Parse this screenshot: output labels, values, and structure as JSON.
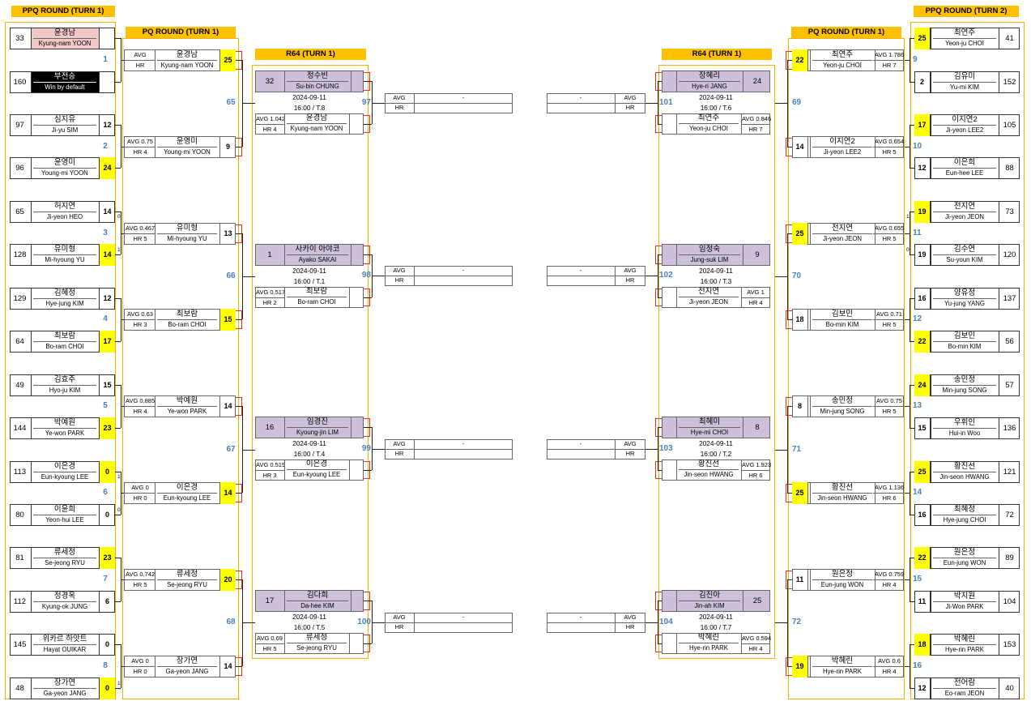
{
  "titles": {
    "ppq_turn1_left": "PPQ ROUND (TURN 1)",
    "pq_turn1_left": "PQ ROUND (TURN 1)",
    "r64_turn1_left": "R64 (TURN 1)",
    "r64_turn1_right": "R64 (TURN 1)",
    "pq_turn1_right": "PQ ROUND (TURN 1)",
    "ppq_turn2_right": "PPQ ROUND (TURN 2)"
  },
  "labels": {
    "avg": "AVG",
    "hr": "HR",
    "dash": "-"
  },
  "ppq_left": [
    {
      "num": "1",
      "a": {
        "seed": "33",
        "ko": "윤경남",
        "en": "Kyung-nam YOON",
        "score": "",
        "highlight": "pink"
      },
      "b": {
        "seed": "160",
        "ko": "부전승",
        "en": "Win by default",
        "score": "",
        "highlight": "black"
      }
    },
    {
      "num": "2",
      "a": {
        "seed": "97",
        "ko": "심지유",
        "en": "Ji-yu SIM",
        "score": "12"
      },
      "b": {
        "seed": "96",
        "ko": "윤영미",
        "en": "Young-mi YOON",
        "score": "24",
        "win": true
      }
    },
    {
      "num": "3",
      "a": {
        "seed": "65",
        "ko": "허지연",
        "en": "Ji-yeon HEO",
        "score": "14"
      },
      "b": {
        "seed": "128",
        "ko": "유미형",
        "en": "Mi-hyoung YU",
        "score": "14",
        "win": true
      },
      "tie": [
        "0",
        "1"
      ]
    },
    {
      "num": "4",
      "a": {
        "seed": "129",
        "ko": "김혜정",
        "en": "Hye-jung KIM",
        "score": "12"
      },
      "b": {
        "seed": "64",
        "ko": "최보람",
        "en": "Bo-ram CHOI",
        "score": "17",
        "win": true
      }
    },
    {
      "num": "5",
      "a": {
        "seed": "49",
        "ko": "김효주",
        "en": "Hyo-ju KIM",
        "score": "15"
      },
      "b": {
        "seed": "144",
        "ko": "박예원",
        "en": "Ye-won PARK",
        "score": "23",
        "win": true
      }
    },
    {
      "num": "6",
      "a": {
        "seed": "113",
        "ko": "이은경",
        "en": "Eun-kyoung LEE",
        "score": "0",
        "win": true
      },
      "b": {
        "seed": "80",
        "ko": "이윤희",
        "en": "Yeon-hui LEE",
        "score": "0"
      },
      "tie": [
        "1",
        "0"
      ]
    },
    {
      "num": "7",
      "a": {
        "seed": "81",
        "ko": "류세정",
        "en": "Se-jeong RYU",
        "score": "23",
        "win": true
      },
      "b": {
        "seed": "112",
        "ko": "정경옥",
        "en": "Kyung-ok JUNG",
        "score": "6"
      }
    },
    {
      "num": "8",
      "a": {
        "seed": "145",
        "ko": "위카르 하앗트",
        "en": "Hayat OUIKAR",
        "score": "0"
      },
      "b": {
        "seed": "48",
        "ko": "장가연",
        "en": "Ga-yeon JANG",
        "score": "0",
        "win": true
      },
      "tie": [
        "",
        "1"
      ]
    }
  ],
  "pq_left": [
    {
      "num": "65",
      "a": {
        "avg": "AVG",
        "hr": "HR",
        "ko": "윤경남",
        "en": "Kyung-nam YOON",
        "score": "25",
        "win": true
      },
      "b": {
        "avg": "AVG 0.75",
        "hr": "HR 4",
        "ko": "윤영미",
        "en": "Young-mi YOON",
        "score": "9"
      }
    },
    {
      "num": "66",
      "a": {
        "avg": "AVG 0.467",
        "hr": "HR 5",
        "ko": "유미형",
        "en": "Mi-hyoung YU",
        "score": "13"
      },
      "b": {
        "avg": "AVG 0.63",
        "hr": "HR 3",
        "ko": "최보람",
        "en": "Bo-ram CHOI",
        "score": "15",
        "win": true
      }
    },
    {
      "num": "67",
      "a": {
        "avg": "AVG 0.885",
        "hr": "HR 4",
        "ko": "박예원",
        "en": "Ye-won PARK",
        "score": "14"
      },
      "b": {
        "avg": "AVG 0",
        "hr": "HR 0",
        "ko": "이은경",
        "en": "Eun-kyoung LEE",
        "score": "14",
        "win": true
      }
    },
    {
      "num": "68",
      "a": {
        "avg": "AVG 0.742",
        "hr": "HR 5",
        "ko": "류세정",
        "en": "Se-jeong RYU",
        "score": "20",
        "win": true
      },
      "b": {
        "avg": "AVG 0",
        "hr": "HR 0",
        "ko": "장가연",
        "en": "Ga-yeon JANG",
        "score": "14"
      }
    }
  ],
  "r64_left": [
    {
      "num": "97",
      "seed": "32",
      "ko": "정수빈",
      "en": "Su-bin CHUNG",
      "date": "2024-09-11",
      "time": "16:00 / T.8",
      "opp": {
        "avg": "AVG 1.042",
        "hr": "HR 4",
        "ko": "윤경남",
        "en": "Kyung-nam YOON"
      }
    },
    {
      "num": "98",
      "seed": "1",
      "ko": "사카이 아야코",
      "en": "Ayako SAKAI",
      "date": "2024-09-11",
      "time": "16:00 / T.1",
      "opp": {
        "avg": "AVG 0.517",
        "hr": "HR 2",
        "ko": "최보람",
        "en": "Bo-ram CHOI"
      }
    },
    {
      "num": "99",
      "seed": "16",
      "ko": "임경진",
      "en": "Kyoung-jin LIM",
      "date": "2024-09-11",
      "time": "16:00 / T.4",
      "opp": {
        "avg": "AVG 0.519",
        "hr": "HR 3",
        "ko": "이은경",
        "en": "Eun-kyoung LEE"
      }
    },
    {
      "num": "100",
      "seed": "17",
      "ko": "김다희",
      "en": "Da-hee KIM",
      "date": "2024-09-11",
      "time": "16:00 / T.5",
      "opp": {
        "avg": "AVG 0.69",
        "hr": "HR 5",
        "ko": "류세정",
        "en": "Se-jeong RYU"
      }
    }
  ],
  "r64_right": [
    {
      "num": "101",
      "seed": "24",
      "ko": "장혜리",
      "en": "Hye-ri JANG",
      "date": "2024-09-11",
      "time": "16:00 / T.6",
      "opp": {
        "avg": "AVG 0.846",
        "hr": "HR 7",
        "ko": "최연주",
        "en": "Yeon-ju CHOI"
      }
    },
    {
      "num": "102",
      "seed": "9",
      "ko": "임정숙",
      "en": "Jung-suk LIM",
      "date": "2024-09-11",
      "time": "16:00 / T.3",
      "opp": {
        "avg": "AVG 1",
        "hr": "HR 4",
        "ko": "전지연",
        "en": "Ji-yeon JEON"
      }
    },
    {
      "num": "103",
      "seed": "8",
      "ko": "최혜미",
      "en": "Hye-mi CHOI",
      "date": "2024-09-11",
      "time": "16:00 / T.2",
      "opp": {
        "avg": "AVG 1.923",
        "hr": "HR 6",
        "ko": "황진선",
        "en": "Jin-seon HWANG"
      }
    },
    {
      "num": "104",
      "seed": "25",
      "ko": "김진아",
      "en": "Jin-ah KIM",
      "date": "2024-09-11",
      "time": "16:00 / T.7",
      "opp": {
        "avg": "AVG 0.594",
        "hr": "HR 4",
        "ko": "박혜린",
        "en": "Hye-rin PARK"
      }
    }
  ],
  "pq_right": [
    {
      "num": "69",
      "a": {
        "avg": "AVG 1.786",
        "hr": "HR 7",
        "ko": "최연주",
        "en": "Yeon-ju CHOI",
        "score": "22",
        "win": true
      },
      "b": {
        "avg": "AVG 0.654",
        "hr": "HR 5",
        "ko": "이지연2",
        "en": "Ji-yeon LEE2",
        "score": "14"
      }
    },
    {
      "num": "70",
      "a": {
        "avg": "AVG 0.655",
        "hr": "HR 5",
        "ko": "전지연",
        "en": "Ji-yeon JEON",
        "score": "25",
        "win": true
      },
      "b": {
        "avg": "AVG 0.71",
        "hr": "HR 5",
        "ko": "김보민",
        "en": "Bo-min KIM",
        "score": "18"
      }
    },
    {
      "num": "71",
      "a": {
        "avg": "AVG 0.75",
        "hr": "HR 5",
        "ko": "송민정",
        "en": "Min-jung SONG",
        "score": "8"
      },
      "b": {
        "avg": "AVG 1.136",
        "hr": "HR 6",
        "ko": "황진선",
        "en": "Jin-seon HWANG",
        "score": "25",
        "win": true
      }
    },
    {
      "num": "72",
      "a": {
        "avg": "AVG 0.759",
        "hr": "HR 4",
        "ko": "원은정",
        "en": "Eun-jung WON",
        "score": "11"
      },
      "b": {
        "avg": "AVG 0.6",
        "hr": "HR 4",
        "ko": "박혜린",
        "en": "Hye-rin PARK",
        "score": "19",
        "win": true
      }
    }
  ],
  "ppq_right": [
    {
      "num": "9",
      "a": {
        "seed": "41",
        "ko": "최연주",
        "en": "Yeon-ju CHOI",
        "score": "25",
        "win": true
      },
      "b": {
        "seed": "152",
        "ko": "김유미",
        "en": "Yu-mi KIM",
        "score": "2"
      }
    },
    {
      "num": "10",
      "a": {
        "seed": "105",
        "ko": "이지연2",
        "en": "Ji-yeon LEE2",
        "score": "17",
        "win": true
      },
      "b": {
        "seed": "88",
        "ko": "이은희",
        "en": "Eun-hee LEE",
        "score": "12"
      }
    },
    {
      "num": "11",
      "a": {
        "seed": "73",
        "ko": "전지연",
        "en": "Ji-yeon JEON",
        "score": "19",
        "win": true
      },
      "b": {
        "seed": "120",
        "ko": "김수연",
        "en": "Su-youn KIM",
        "score": "19"
      },
      "tie": [
        "1",
        "0"
      ]
    },
    {
      "num": "12",
      "a": {
        "seed": "137",
        "ko": "양유정",
        "en": "Yu-jung YANG",
        "score": "16"
      },
      "b": {
        "seed": "56",
        "ko": "김보민",
        "en": "Bo-min KIM",
        "score": "22",
        "win": true
      }
    },
    {
      "num": "13",
      "a": {
        "seed": "57",
        "ko": "송민정",
        "en": "Min-jung SONG",
        "score": "24",
        "win": true
      },
      "b": {
        "seed": "136",
        "ko": "우휘인",
        "en": "Hui-in Woo",
        "score": "15"
      }
    },
    {
      "num": "14",
      "a": {
        "seed": "121",
        "ko": "황진선",
        "en": "Jin-seon HWANG",
        "score": "25",
        "win": true
      },
      "b": {
        "seed": "72",
        "ko": "최혜정",
        "en": "Hye-jung CHOI",
        "score": "16"
      }
    },
    {
      "num": "15",
      "a": {
        "seed": "89",
        "ko": "원은정",
        "en": "Eun-jung WON",
        "score": "22",
        "win": true
      },
      "b": {
        "seed": "104",
        "ko": "박지원",
        "en": "Ji-Won PARK",
        "score": "11"
      }
    },
    {
      "num": "16",
      "a": {
        "seed": "153",
        "ko": "박혜린",
        "en": "Hye-rin PARK",
        "score": "18",
        "win": true
      },
      "b": {
        "seed": "40",
        "ko": "전어람",
        "en": "Eo-ram JEON",
        "score": "12"
      }
    }
  ],
  "colors": {
    "title_bg": "#ffc000",
    "winner_bg": "#ffff00",
    "r64_head_bg": "#ccc0da",
    "pink_bg": "#f2c7c7",
    "match_num": "#4a7fba",
    "frame": "#f0b400",
    "redline": "#e03030"
  }
}
